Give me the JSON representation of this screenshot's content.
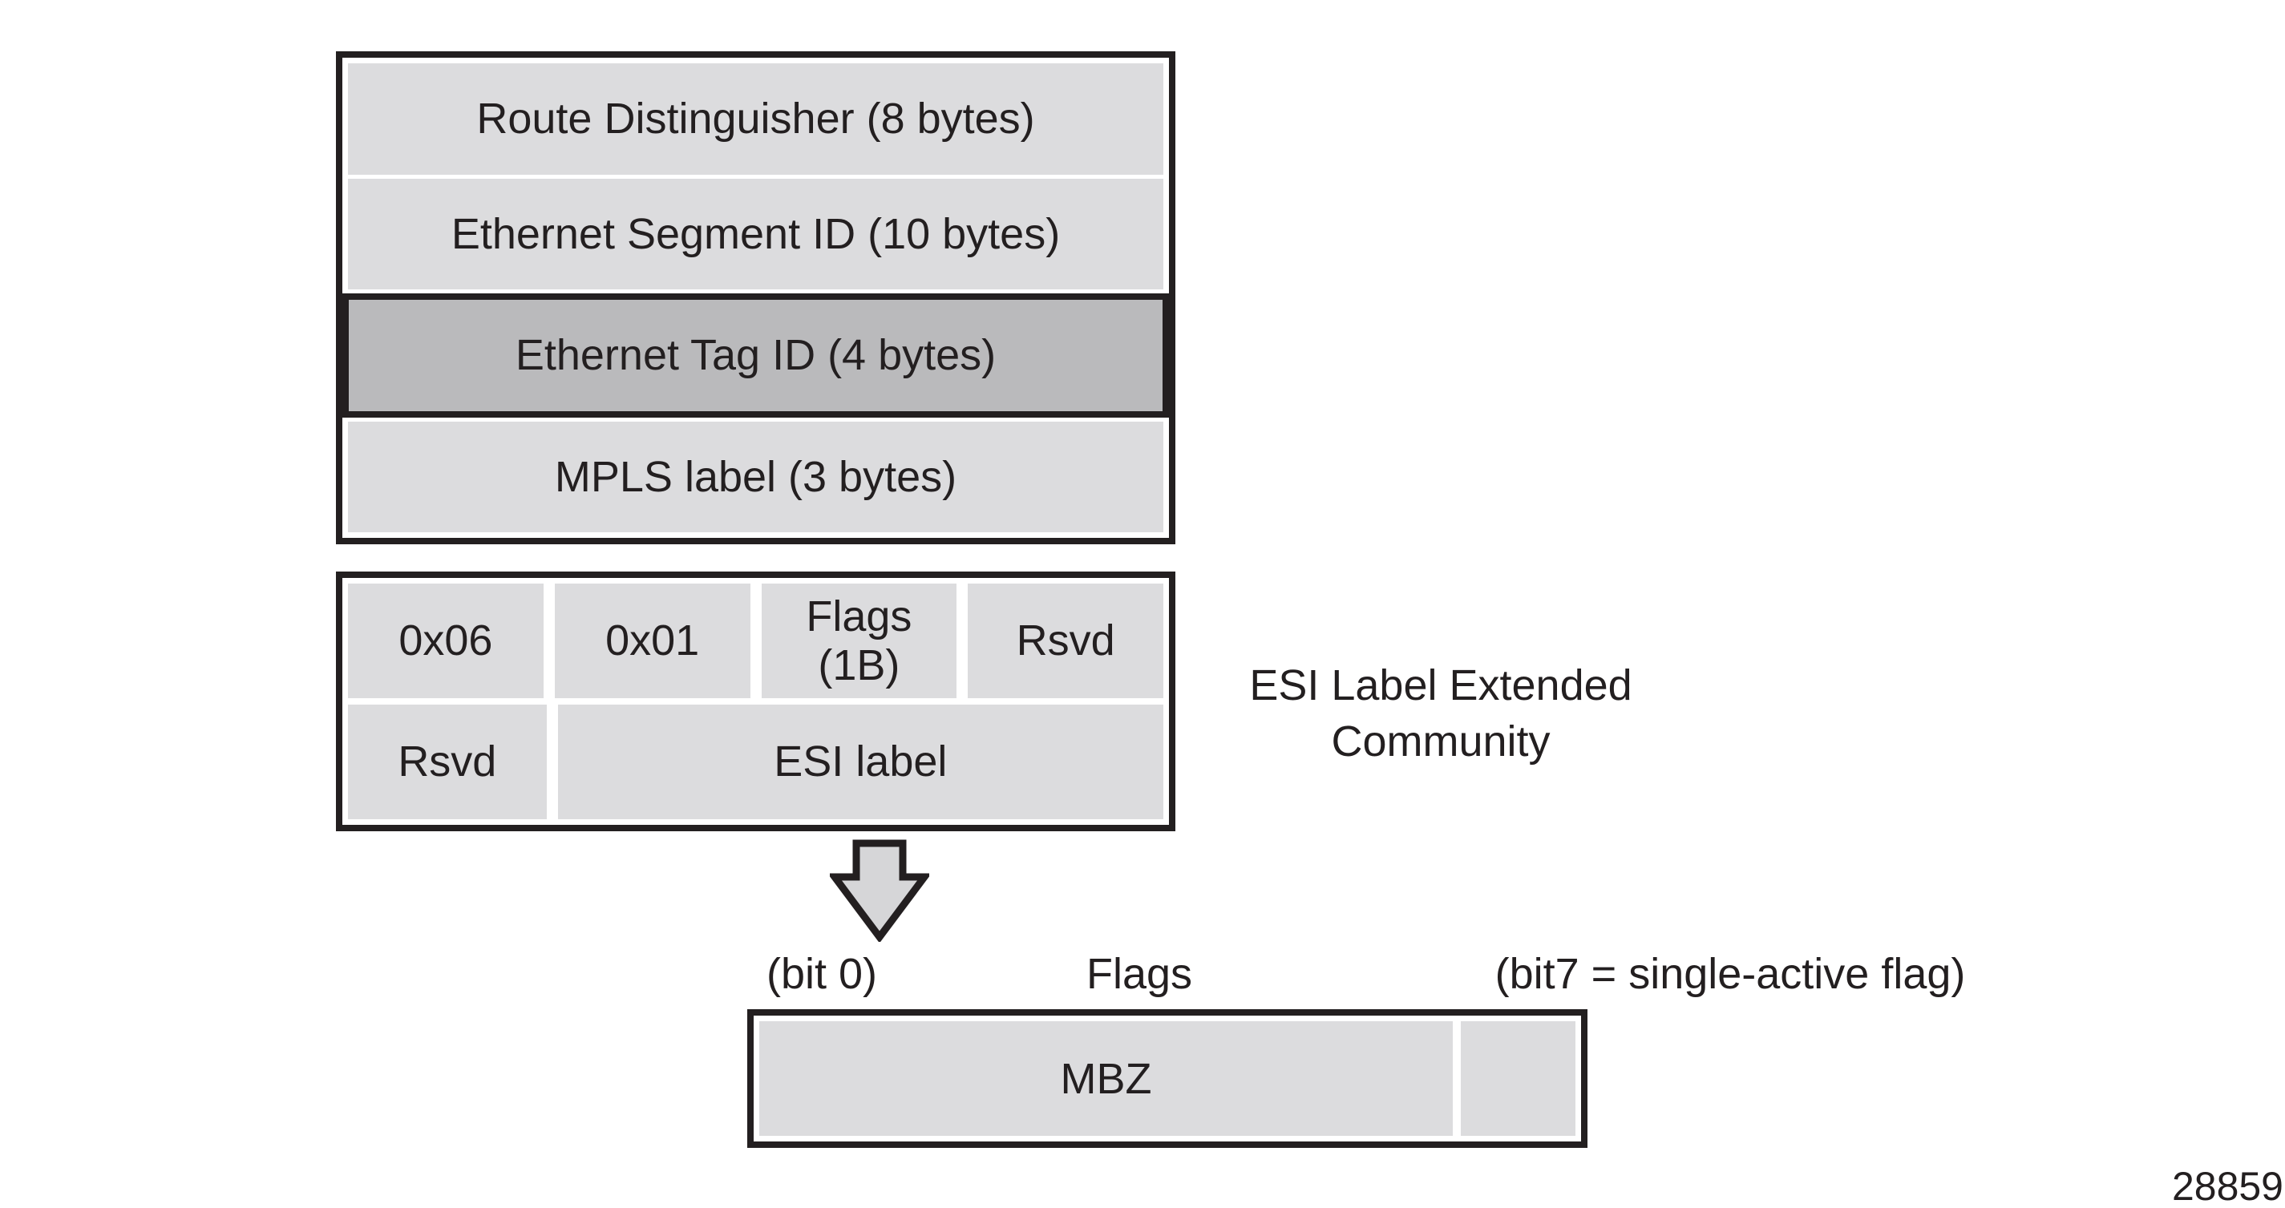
{
  "route_box": {
    "fields": [
      {
        "label": "Route Distinguisher (8 bytes)",
        "highlight": false
      },
      {
        "label": "Ethernet Segment ID (10 bytes)",
        "highlight": false
      },
      {
        "label": "Ethernet Tag ID (4 bytes)",
        "highlight": true
      },
      {
        "label": "MPLS label (3 bytes)",
        "highlight": false
      }
    ]
  },
  "community_box": {
    "row1": [
      {
        "label": "0x06"
      },
      {
        "label": "0x01"
      },
      {
        "label": "Flags",
        "label2": "(1B)"
      },
      {
        "label": "Rsvd"
      }
    ],
    "row2": [
      {
        "label": "Rsvd"
      },
      {
        "label": "ESI label"
      }
    ],
    "caption_line1": "ESI Label Extended",
    "caption_line2": "Community"
  },
  "flags_detail": {
    "bit0_label": "(bit 0)",
    "title": "Flags",
    "bit7_label": "(bit7 = single-active flag)",
    "mbz_label": "MBZ"
  },
  "figure_number": "28859",
  "colors": {
    "cell_fill": "#dcdcde",
    "highlight_fill": "#bababc",
    "arrow_fill": "#d6d6d8",
    "line_black": "#231f20"
  }
}
